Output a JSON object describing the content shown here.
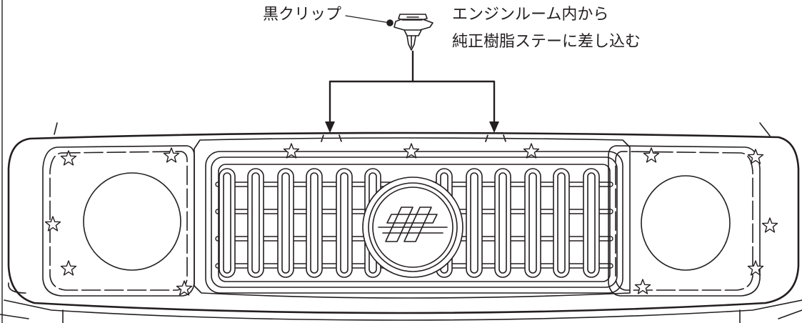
{
  "callout": {
    "clip_label": "黒クリップ",
    "instruction_line1": "エンジンルーム内から",
    "instruction_line2": "純正樹脂ステーに差し込む"
  },
  "colors": {
    "line": "#231f20",
    "background": "#ffffff"
  },
  "markers": {
    "icon": "star-outline"
  }
}
